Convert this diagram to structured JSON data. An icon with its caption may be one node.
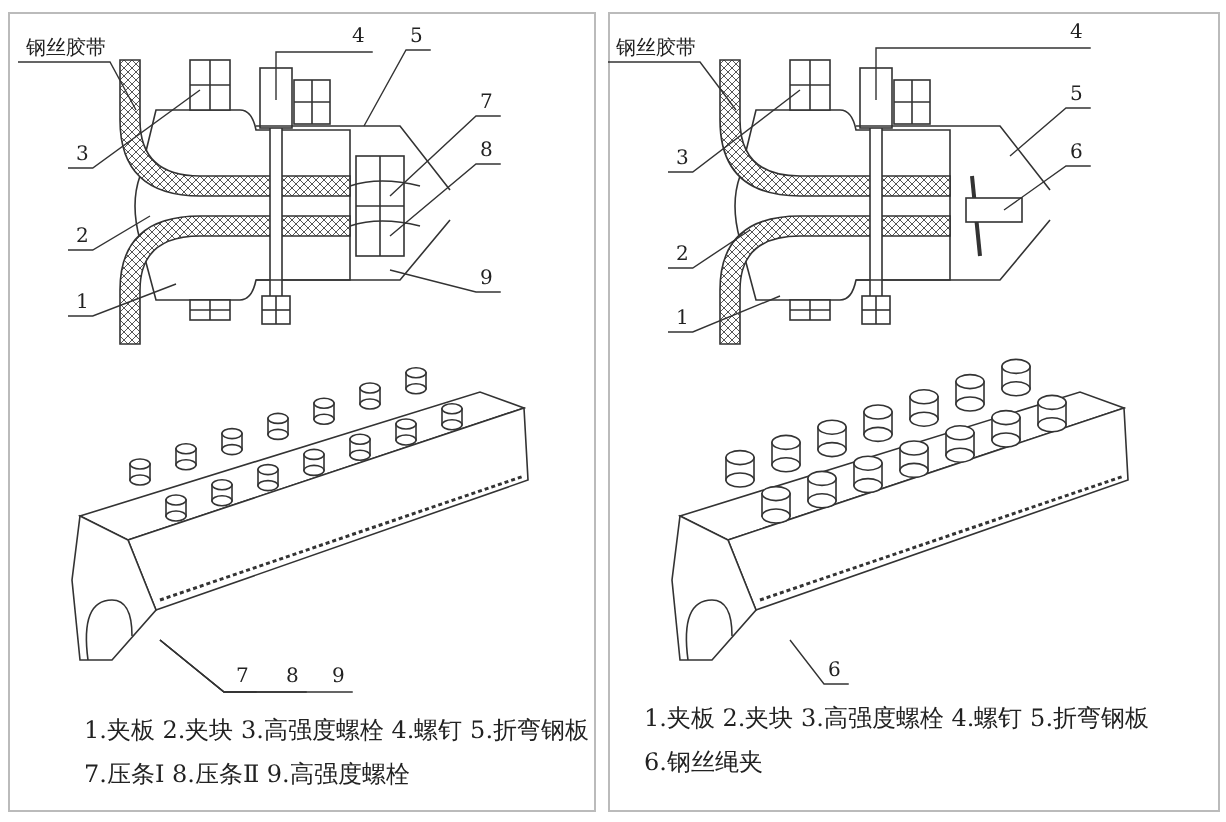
{
  "diagram": {
    "nodes": [
      {
        "text": [
          "钢丝胶带"
        ]
      },
      {
        "text": [
          "4"
        ]
      },
      {
        "text": [
          "5"
        ]
      },
      {
        "text": [
          "3"
        ]
      },
      {
        "text": [
          "7"
        ]
      },
      {
        "text": [
          "8"
        ]
      },
      {
        "text": [
          "2"
        ]
      },
      {
        "text": [
          "1"
        ]
      },
      {
        "text": [
          "9"
        ]
      },
      {
        "text": [
          "7"
        ]
      },
      {
        "text": [
          "8"
        ]
      },
      {
        "text": [
          "9"
        ]
      },
      {
        "text": [
          "钢丝胶带"
        ]
      },
      {
        "text": [
          "4"
        ]
      },
      {
        "text": [
          "5"
        ]
      },
      {
        "text": [
          "3"
        ]
      },
      {
        "text": [
          "6"
        ]
      },
      {
        "text": [
          "2"
        ]
      },
      {
        "text": [
          "1"
        ]
      },
      {
        "text": [
          "6"
        ]
      }
    ],
    "edges": [
      {
        "from": 0,
        "to": null,
        "arrow": "none"
      },
      {
        "from": 1,
        "to": null,
        "arrow": "none"
      },
      {
        "from": 2,
        "to": null,
        "arrow": "none"
      },
      {
        "from": 3,
        "to": null,
        "arrow": "none"
      },
      {
        "from": 4,
        "to": null,
        "arrow": "none"
      },
      {
        "from": 5,
        "to": null,
        "arrow": "none"
      },
      {
        "from": 6,
        "to": null,
        "arrow": "none"
      },
      {
        "from": 7,
        "to": null,
        "arrow": "none"
      },
      {
        "from": 8,
        "to": null,
        "arrow": "none"
      },
      {
        "from": 9,
        "to": null,
        "arrow": "none"
      },
      {
        "from": 10,
        "to": null,
        "arrow": "none"
      },
      {
        "from": 11,
        "to": null,
        "arrow": "none"
      },
      {
        "from": 12,
        "to": null,
        "arrow": "none"
      },
      {
        "from": 13,
        "to": null,
        "arrow": "none"
      },
      {
        "from": 14,
        "to": null,
        "arrow": "none"
      },
      {
        "from": 15,
        "to": null,
        "arrow": "none"
      },
      {
        "from": 16,
        "to": null,
        "arrow": "none"
      },
      {
        "from": 17,
        "to": null,
        "arrow": "none"
      },
      {
        "from": 18,
        "to": null,
        "arrow": "none"
      },
      {
        "from": 19,
        "to": null,
        "arrow": "none"
      }
    ],
    "labels": [
      "1.夹板 2.夹块 3.高强度螺栓 4.螺钉 5.折弯钢板",
      "7.压条Ⅰ 8.压条Ⅱ 9.高强度螺栓",
      "1.夹板 2.夹块 3.高强度螺栓 4.螺钉 5.折弯钢板",
      "6.钢丝绳夹"
    ]
  }
}
